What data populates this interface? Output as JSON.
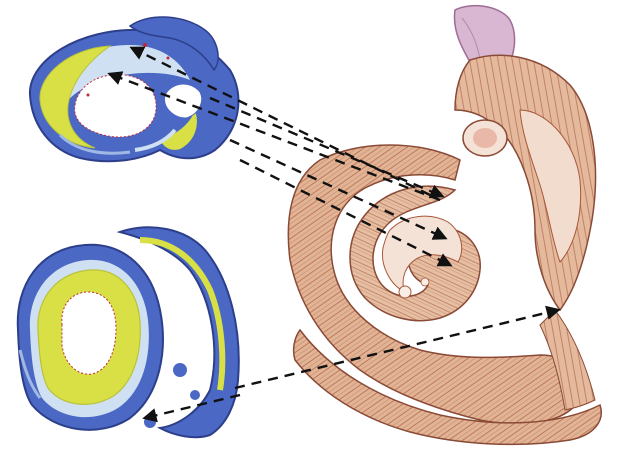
{
  "figure": {
    "background": "#ffffff",
    "colors": {
      "scan_blue": "#4a68c4",
      "scan_light": "#cfe0f2",
      "scan_yellow": "#d8e046",
      "scan_red": "#c0283a",
      "muscle_base": "#e2b496",
      "muscle_fiber": "#a8573c",
      "muscle_shadow": "#8a4a36",
      "vessel": "#d9b6d2",
      "arrow": "#111111"
    },
    "panels": [
      {
        "id": "upper-scan",
        "description_icon": "heart-short-axis-scan-icon"
      },
      {
        "id": "lower-scan",
        "description_icon": "heart-long-axis-scan-icon"
      },
      {
        "id": "band",
        "description_icon": "unwound-myocardial-band-icon"
      }
    ]
  }
}
